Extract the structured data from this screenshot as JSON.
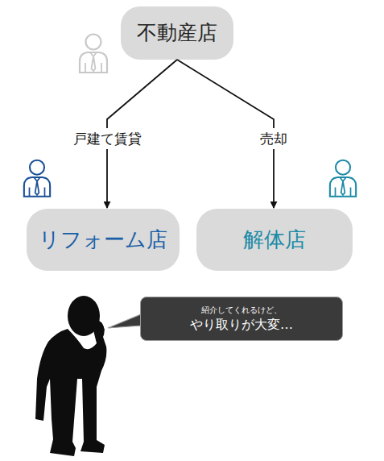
{
  "diagram": {
    "nodes": [
      {
        "text": [
          "不動産店"
        ]
      },
      {
        "text": [
          "リフォーム店"
        ]
      },
      {
        "text": [
          "解体店"
        ]
      },
      {
        "text": [
          "紹介してくれるけど、",
          "やり取りが大変…"
        ]
      }
    ],
    "edges": [
      {
        "from": 0,
        "to": 1,
        "label": "戸建て賃貸",
        "arrow": "to"
      },
      {
        "from": 0,
        "to": 2,
        "label": "売却",
        "arrow": "to"
      }
    ]
  }
}
